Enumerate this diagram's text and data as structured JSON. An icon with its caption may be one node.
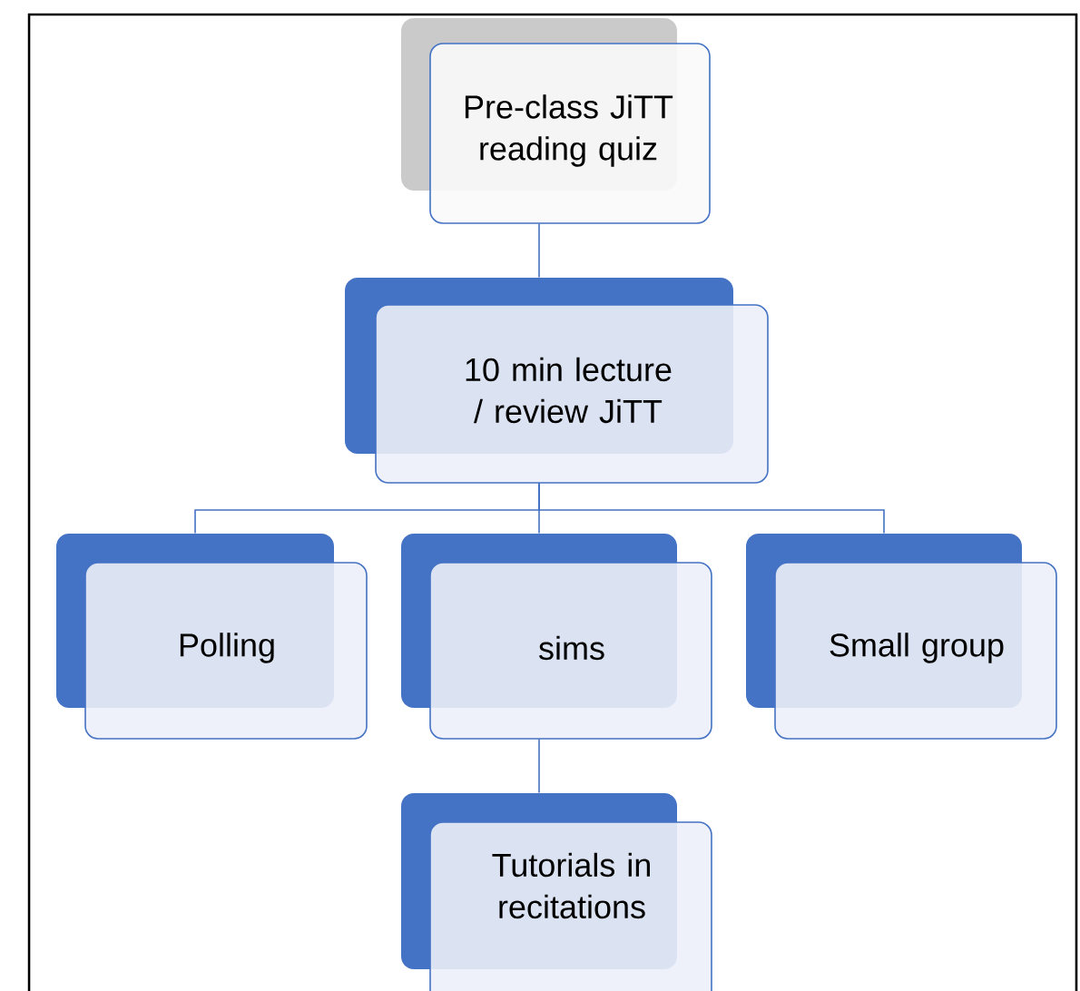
{
  "diagram": {
    "nodes": [
      {
        "text": [
          "Pre-class JiTT reading quiz"
        ]
      },
      {
        "text": [
          "10 min lecture / review JiTT"
        ]
      },
      {
        "text": [
          "Polling"
        ]
      },
      {
        "text": [
          "sims"
        ]
      },
      {
        "text": [
          "Small group"
        ]
      },
      {
        "text": [
          "Tutorials in recitations"
        ]
      }
    ],
    "edges": [
      {
        "from": 0,
        "to": 1,
        "arrow": "none"
      },
      {
        "from": 1,
        "to": 2,
        "arrow": "none"
      },
      {
        "from": 1,
        "to": 3,
        "arrow": "none"
      },
      {
        "from": 1,
        "to": 4,
        "arrow": "none"
      },
      {
        "from": 3,
        "to": 5,
        "arrow": "none"
      }
    ]
  }
}
